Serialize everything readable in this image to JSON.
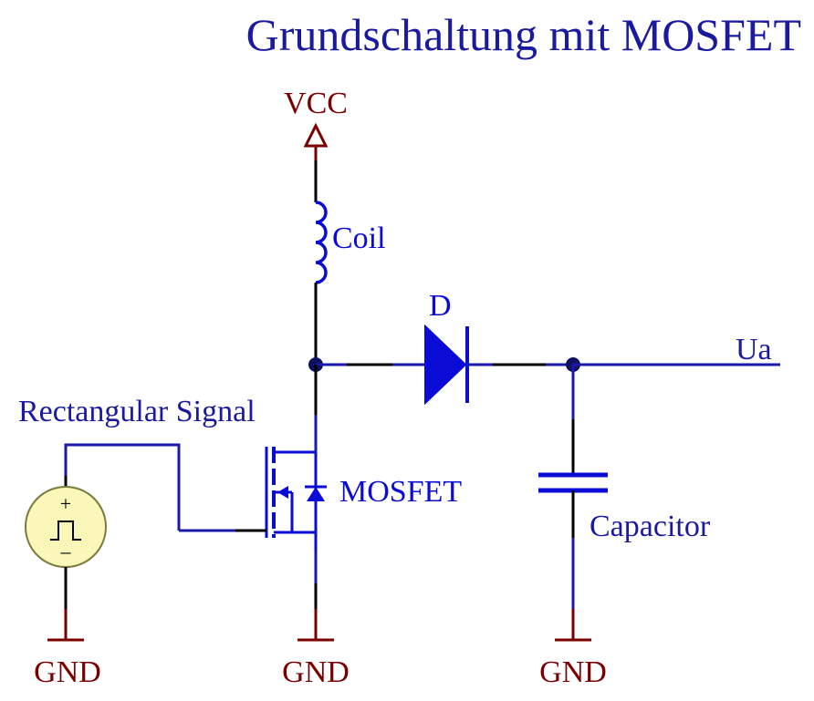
{
  "title": "Grundschaltung mit MOSFET",
  "labels": {
    "vcc": "VCC",
    "coil": "Coil",
    "diode": "D",
    "output": "Ua",
    "signal": "Rectangular Signal",
    "mosfet": "MOSFET",
    "capacitor": "Capacitor",
    "gnd_signal": "GND",
    "gnd_mosfet": "GND",
    "gnd_capacitor": "GND"
  },
  "source_symbol": {
    "plus": "+",
    "minus": "–"
  },
  "colors": {
    "title": "#1a1aa0",
    "component": "#0b0bd6",
    "wire_black": "#000000",
    "wire_blue": "#1a1aaa",
    "power": "#7a0000",
    "node": "#101060",
    "source_fill": "#fbf7b8"
  }
}
